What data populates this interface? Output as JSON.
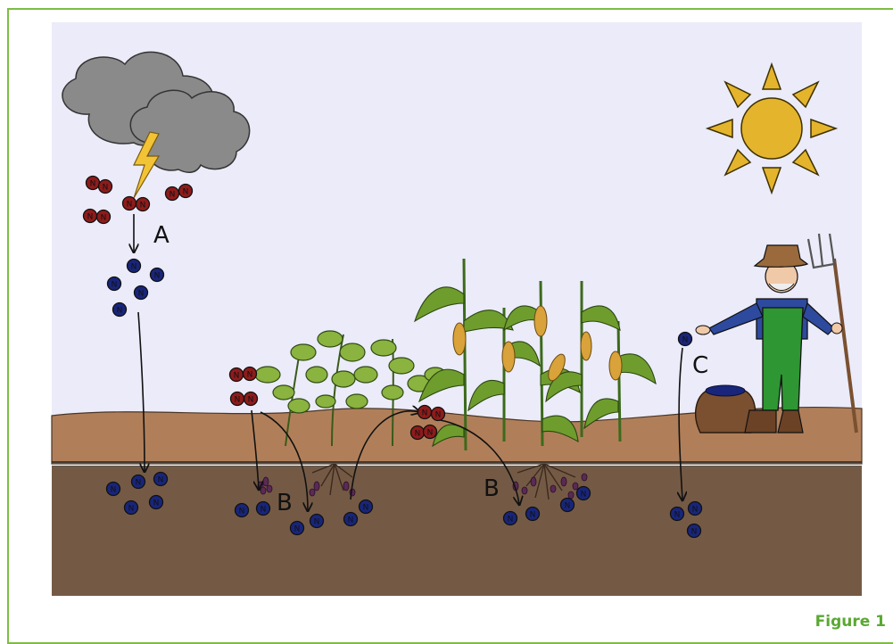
{
  "caption": "Figure 1",
  "labels": {
    "lightning_fixation": "A",
    "root_nodules_left": "B",
    "root_nodules_right": "B",
    "fertilizer": "C"
  },
  "molecule": {
    "symbol": "N"
  },
  "colors": {
    "sky": "#ebebf9",
    "soil_top": "#b07f5a",
    "soil_deep": "#745a45",
    "nitrogen_gas": "#8f1b1b",
    "nitrate": "#18257a",
    "nodule": "#5a2a55",
    "cloud": "#8a8a8a",
    "sun": "#e4b42d",
    "frame": "#7dbd43"
  }
}
